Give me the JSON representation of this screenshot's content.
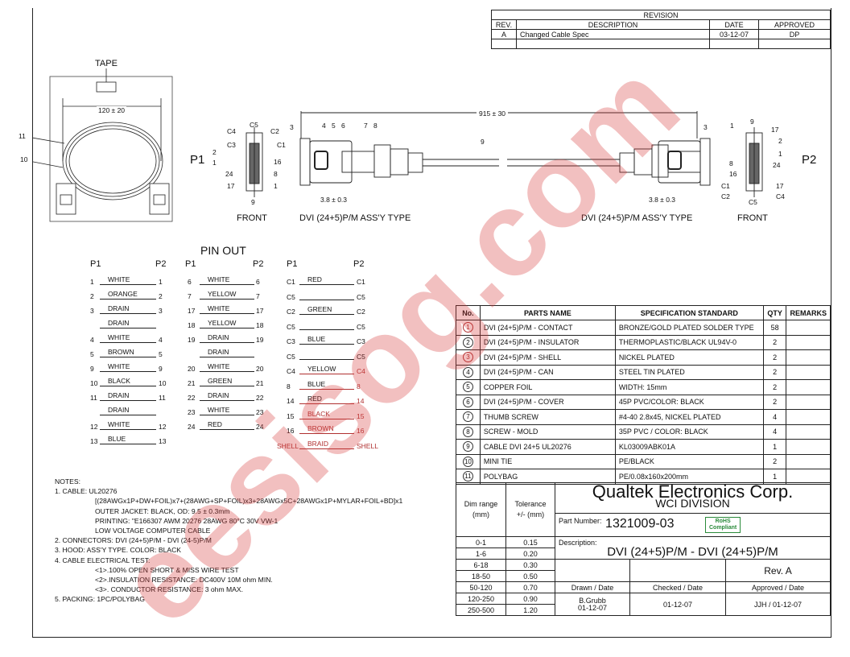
{
  "revision": {
    "title": "REVISION",
    "headers": [
      "REV.",
      "DESCRIPTION",
      "DATE",
      "APPROVED"
    ],
    "rows": [
      [
        "A",
        "Changed Cable Spec",
        "03-12-07",
        "DP"
      ]
    ]
  },
  "drawing": {
    "tape_label": "TAPE",
    "tape_dim": "120 ± 20",
    "tape_callouts": [
      "11",
      "10"
    ],
    "p1_label": "P1",
    "p2_label": "P2",
    "front_label": "FRONT",
    "assy_type": "DVI (24+5)P/M ASS'Y TYPE",
    "length_dim": "915 ± 30",
    "shell_dim": "3.8 ± 0.3",
    "callout_3": "3",
    "callouts_cover": [
      "4",
      "5",
      "6"
    ],
    "callouts_screw": [
      "7",
      "8"
    ],
    "callout_cable": "9",
    "p1_pins": [
      "C4",
      "C5",
      "C2",
      "C3",
      "C1",
      "2",
      "1",
      "16",
      "24",
      "8",
      "17",
      "1",
      "9"
    ],
    "p2_pins": [
      "1",
      "9",
      "17",
      "2",
      "1",
      "8",
      "16",
      "24",
      "C1",
      "17",
      "C2",
      "C5",
      "C4"
    ]
  },
  "pinout": {
    "title": "PIN OUT",
    "headers": [
      "P1",
      "P2",
      "P1",
      "P2",
      "P1",
      "P2"
    ],
    "col1": [
      {
        "a": "1",
        "b": "1",
        "c": "WHITE"
      },
      {
        "a": "2",
        "b": "2",
        "c": "ORANGE"
      },
      {
        "a": "3",
        "b": "3",
        "c": "DRAIN"
      },
      {
        "a": "",
        "b": "",
        "c": "DRAIN"
      },
      {
        "a": "4",
        "b": "4",
        "c": "WHITE"
      },
      {
        "a": "5",
        "b": "5",
        "c": "BROWN"
      },
      {
        "a": "9",
        "b": "9",
        "c": "WHITE"
      },
      {
        "a": "10",
        "b": "10",
        "c": "BLACK"
      },
      {
        "a": "11",
        "b": "11",
        "c": "DRAIN"
      },
      {
        "a": "",
        "b": "",
        "c": "DRAIN"
      },
      {
        "a": "12",
        "b": "12",
        "c": "WHITE"
      },
      {
        "a": "13",
        "b": "13",
        "c": "BLUE"
      }
    ],
    "col2": [
      {
        "a": "6",
        "b": "6",
        "c": "WHITE"
      },
      {
        "a": "7",
        "b": "7",
        "c": "YELLOW"
      },
      {
        "a": "17",
        "b": "17",
        "c": "WHITE"
      },
      {
        "a": "18",
        "b": "18",
        "c": "YELLOW"
      },
      {
        "a": "19",
        "b": "19",
        "c": "DRAIN"
      },
      {
        "a": "",
        "b": "",
        "c": "DRAIN"
      },
      {
        "a": "20",
        "b": "20",
        "c": "WHITE"
      },
      {
        "a": "21",
        "b": "21",
        "c": "GREEN"
      },
      {
        "a": "22",
        "b": "22",
        "c": "DRAIN"
      },
      {
        "a": "23",
        "b": "23",
        "c": "WHITE"
      },
      {
        "a": "24",
        "b": "24",
        "c": "RED"
      }
    ],
    "col3": [
      {
        "a": "C1",
        "b": "C1",
        "c": "RED"
      },
      {
        "a": "C5",
        "b": "C5",
        "c": ""
      },
      {
        "a": "C2",
        "b": "C2",
        "c": "GREEN"
      },
      {
        "a": "C5",
        "b": "C5",
        "c": ""
      },
      {
        "a": "C3",
        "b": "C3",
        "c": "BLUE"
      },
      {
        "a": "C5",
        "b": "C5",
        "c": ""
      },
      {
        "a": "C4",
        "b": "C4",
        "c": "YELLOW"
      },
      {
        "a": "8",
        "b": "8",
        "c": "BLUE"
      },
      {
        "a": "14",
        "b": "14",
        "c": "RED"
      },
      {
        "a": "15",
        "b": "15",
        "c": "BLACK"
      },
      {
        "a": "16",
        "b": "16",
        "c": "BROWN"
      },
      {
        "a": "SHELL",
        "b": "SHELL",
        "c": "BRAID"
      }
    ]
  },
  "parts": {
    "headers": [
      "No.",
      "PARTS NAME",
      "SPECIFICATION STANDARD",
      "QTY",
      "REMARKS"
    ],
    "rows": [
      {
        "no": "1",
        "name": "DVI (24+5)P/M - CONTACT",
        "spec": "BRONZE/GOLD PLATED SOLDER TYPE",
        "qty": "58"
      },
      {
        "no": "2",
        "name": "DVI (24+5)P/M - INSULATOR",
        "spec": "THERMOPLASTIC/BLACK  UL94V-0",
        "qty": "2"
      },
      {
        "no": "3",
        "name": "DVI (24+5)P/M - SHELL",
        "spec": "NICKEL  PLATED",
        "qty": "2"
      },
      {
        "no": "4",
        "name": "DVI (24+5)P/M - CAN",
        "spec": "STEEL TIN PLATED",
        "qty": "2"
      },
      {
        "no": "5",
        "name": "COPPER FOIL",
        "spec": "WIDTH: 15mm",
        "qty": "2"
      },
      {
        "no": "6",
        "name": "DVI (24+5)P/M - COVER",
        "spec": "45P  PVC/COLOR: BLACK",
        "qty": "2"
      },
      {
        "no": "7",
        "name": "THUMB  SCREW",
        "spec": "#4-40  2.8x45, NICKEL  PLATED",
        "qty": "4"
      },
      {
        "no": "8",
        "name": "SCREW - MOLD",
        "spec": "35P  PVC / COLOR: BLACK",
        "qty": "4"
      },
      {
        "no": "9",
        "name": "CABLE   DVI  24+5  UL20276",
        "spec": "KL03009ABK01A",
        "qty": "1"
      },
      {
        "no": "10",
        "name": "MINI  TIE",
        "spec": "PE/BLACK",
        "qty": "2"
      },
      {
        "no": "11",
        "name": "POLYBAG",
        "spec": "PE/0.08x160x200mm",
        "qty": "1"
      }
    ]
  },
  "title_block": {
    "dim_header": "Dim range (mm)",
    "tol_header": "Tolerance +/- (mm)",
    "company": "Qualtek Electronics Corp.",
    "division": "WCI  DIVISION",
    "part_number_label": "Part Number:",
    "part_number": "1321009-03",
    "rohs_line1": "RoHS",
    "rohs_line2": "Compliant",
    "description_label": "Description:",
    "description": "DVI (24+5)P/M - DVI (24+5)P/M",
    "rev": "Rev.  A",
    "drawn_label": "Drawn / Date",
    "checked_label": "Checked / Date",
    "approved_label": "Approved / Date",
    "drawn_by": "B.Grubb",
    "drawn_date": "01-12-07",
    "checked": "01-12-07",
    "approved": "JJH / 01-12-07",
    "tolerances": [
      {
        "range": "0-1",
        "tol": "0.15"
      },
      {
        "range": "1-6",
        "tol": "0.20"
      },
      {
        "range": "6-18",
        "tol": "0.30"
      },
      {
        "range": "18-50",
        "tol": "0.50"
      },
      {
        "range": "50-120",
        "tol": "0.70"
      },
      {
        "range": "120-250",
        "tol": "0.90"
      },
      {
        "range": "250-500",
        "tol": "1.20"
      }
    ]
  },
  "notes": {
    "title": "NOTES:",
    "lines": [
      "1.  CABLE: UL20276",
      "[(28AWGx1P+DW+FOIL)x7+(28AWG+SP+FOIL)x3+28AWGx5C+28AWGx1P+MYLAR+FOIL+BD]x1",
      "OUTER JACKET: BLACK,  OD: 9.5 ± 0.3mm",
      "PRINTING: \"E166307 AWM  20276  28AWG  80°C  30V  VW-1",
      "LOW VOLTAGE COMPUTER CABLE",
      "2.  CONNECTORS:  DVI (24+5)P/M - DVI (24-5)P/M",
      "3.  HOOD:  ASS'Y TYPE. COLOR: BLACK",
      "4.  CABLE ELECTRICAL TEST:",
      "<1>.100% OPEN SHORT & MISS WIRE TEST",
      "<2>.INSULATION RESISTANCE:  DC400V  10M ohm MIN.",
      "<3>. CONDUCTOR RESISTANCE:  3  ohm  MAX.",
      "5.  PACKING:  1PC/POLYBAG"
    ]
  },
  "watermark": "eesisog.com"
}
